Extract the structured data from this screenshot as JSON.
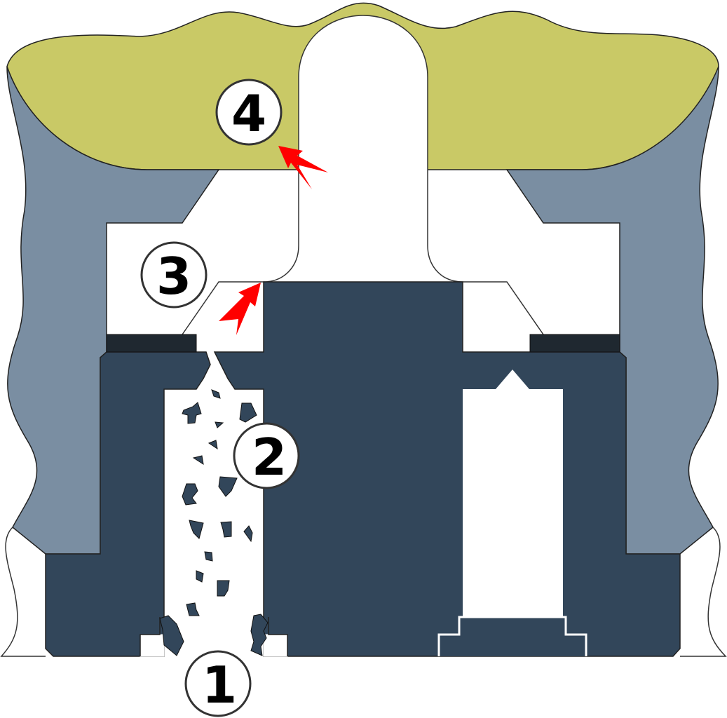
{
  "labels": {
    "one": "1",
    "two": "2",
    "three": "3",
    "four": "4"
  },
  "colors": {
    "soil": "#c9c966",
    "rock": "#7a8ea2",
    "body": "#32465a",
    "seal": "#1f2830",
    "arrow": "#ff0000"
  }
}
